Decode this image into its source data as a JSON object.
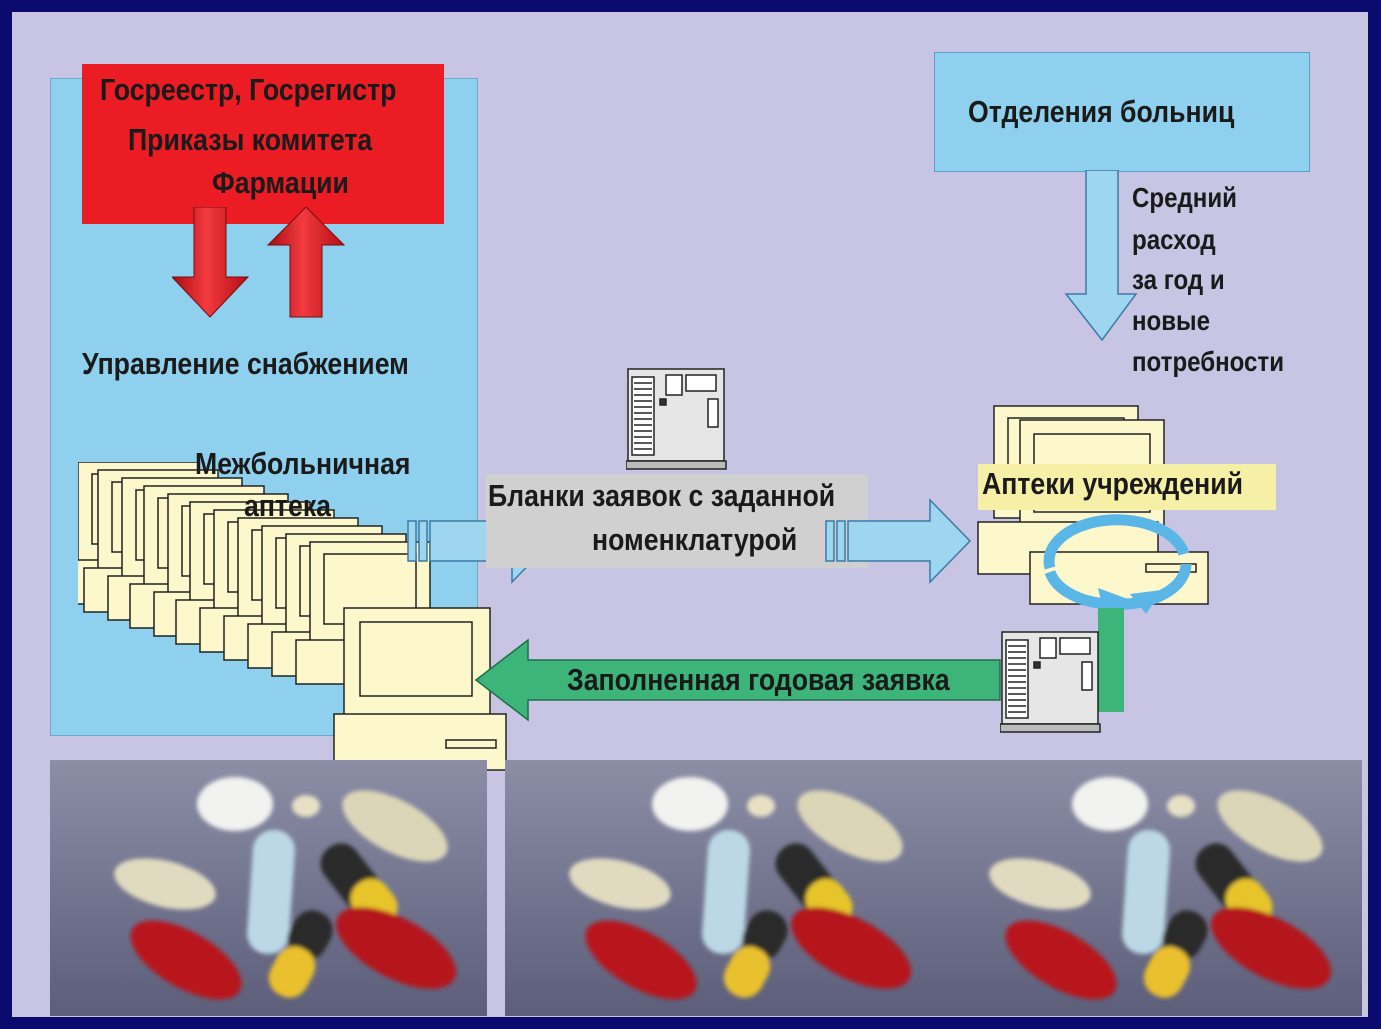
{
  "diagram": {
    "registry_box": {
      "line1": "Госреестр, Госрегистр",
      "line2": "Приказы комитета",
      "line3": "Фармации"
    },
    "supply_management": "Управление снабжением",
    "interhospital_pharmacy": {
      "line1": "Межбольничная",
      "line2": "аптека"
    },
    "hospital_departments": "Отделения больниц",
    "consumption_note": [
      "Средний",
      "расход",
      "за год и",
      "новые",
      "потребности"
    ],
    "forms_label": {
      "line1": "Бланки заявок с заданной",
      "line2": "номенклатурой"
    },
    "institution_pharmacies": "Аптеки учреждений",
    "completed_request": "Заполненная годовая заявка"
  },
  "colors": {
    "slide_bg": "#c8c4e4",
    "frame": "#0a0a6e",
    "panel_blue": "#8fd0ee",
    "registry_red": "#ec1c24",
    "arrow_red": "#e0161e",
    "arrow_blue": "#9ed6f0",
    "arrow_green": "#3db57a",
    "computer_fill": "#fdf7cc",
    "highlight_yellow": "#f6f0a6"
  }
}
